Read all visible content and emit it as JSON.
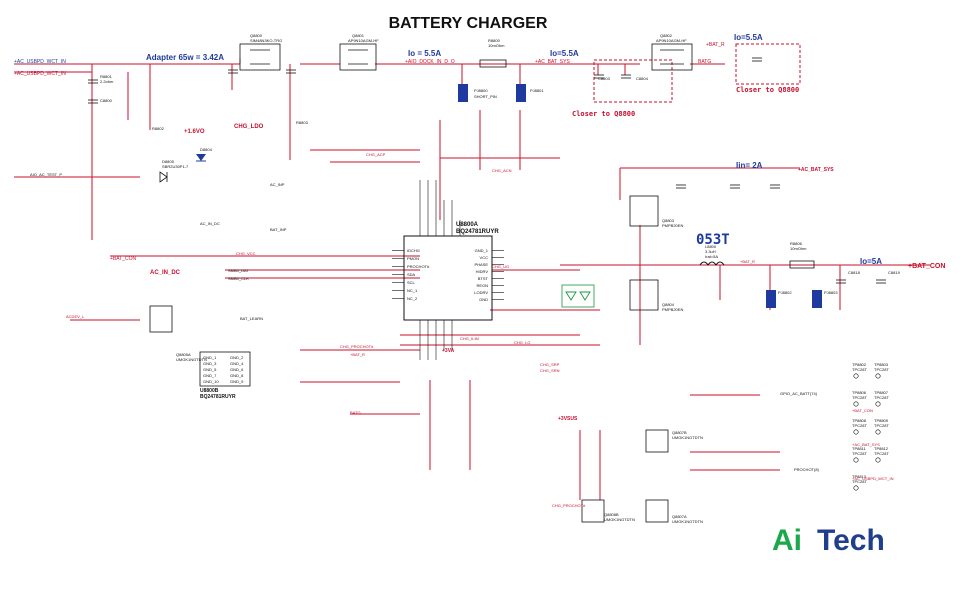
{
  "title": "BATTERY CHARGER",
  "annotations": {
    "adapter": "Adapter 65w = 3.42A",
    "io1": "Io = 5.5A",
    "io2": "Io=5.5A",
    "io3": "Io=5.5A",
    "io4": "Io=5A",
    "iin": "Iin= 2A",
    "closer1": "Closer to Q8800",
    "closer2": "Closer to Q8800",
    "big_label": "053T",
    "led1": "+1.6VO",
    "led2": "CHG_LDO",
    "ac_in_dc": "AC_IN_DC"
  },
  "nets": {
    "ac_usbpd_in": "+AC_USBPD_WCT_IN",
    "ac_usbpd_in2": "+AC_USBPD_WCT_IN",
    "aio_dock": "+AIO_DOCK_IN_D_O",
    "ac_bat_sys": "+AC_BAT_SYS",
    "bat_r": "+BAT_R",
    "batg": "BATG",
    "bat_con": "+BAT_CON",
    "ac_bat_sys2": "+AC_BAT_SYS",
    "bat_con_left": "+BAT_CON",
    "aio_ac_test": "AIO_AC_TEST_P",
    "ac_det": "AC_IN_DC",
    "bat_inp": "BAT_INP",
    "chg_vcc": "CHG_VCC",
    "bat_learn": "BAT_LEARN",
    "ac_det_l": "ACDEV_L",
    "gpio_ac": "GPIO_AC_BATT(74)",
    "prochot": "PROCHOT(8)",
    "v3va": "+3VA",
    "v3vsus": "+3VSUS",
    "chg_prochot": "CHG_PROCHOT#",
    "chg_ilim": "CHG_ILIM",
    "smb_dat": "SMB0_DAT",
    "smb_clk": "SMB0_CLK",
    "chg_lg": "CHG_LG",
    "chg_ug": "CHG_UG",
    "chg_srp": "CHG_SRP",
    "chg_srn": "CHG_SRN",
    "bat_r2": "+BAT_R",
    "batg2": "BATG",
    "chg_acn": "CHG_ACN",
    "chg_acp": "CHG_ACP",
    "ac_inp": "AC_INP"
  },
  "ic": {
    "ref": "U8800A",
    "part": "BQ24781RUYR",
    "ref2": "U8800B",
    "part2": "BQ24781RUYR",
    "left_pins": [
      "IDCHG",
      "PMON",
      "PROCHOT#",
      "SDA",
      "SCL",
      "NC_1",
      "NC_2"
    ],
    "right_pins": [
      "GND_1",
      "VCC",
      "PHASE",
      "HIDRV",
      "BTST",
      "REGN",
      "LODRV",
      "GND"
    ],
    "gnd_pins": [
      "GND_1",
      "GND_3",
      "GND_5",
      "GND_7",
      "GND_10",
      "GND_2",
      "GND_4",
      "GND_6",
      "GND_8",
      "GND_9"
    ]
  },
  "components": {
    "q8800": "Q8800",
    "q8800_part": "SIM48N3KO-TRG",
    "q8801": "Q8801",
    "q8801_part": "AP9N10AGM-HF",
    "q8802": "Q8802",
    "q8802_part": "AP9N10AGM-HF",
    "q8803": "Q8803",
    "q8803_part": "PMPB20EN",
    "q8804": "Q8804",
    "q8804_part": "PMPB20EN",
    "q8805": "Q8805A",
    "q8805_part": "UMGK1NGTDTN",
    "q8806": "Q8806",
    "q8807": "Q8807B",
    "q8807_part": "UMGK1NGTDTN",
    "q8808": "Q8808B",
    "q8808_part": "UMGK1NGTDTN",
    "q8807a": "Q8807A",
    "q8807a_part": "UMGK1NGTDTN",
    "l8800": "L8800",
    "l8800_val": "3.3uH",
    "l8800_i": "Irat=5A",
    "d8805": "D8805",
    "d8805_part": "SBR2U30P1-7",
    "d8804": "D8804",
    "d8801": "D8801",
    "r8800": "R8800",
    "r8800_val": "10mOhm",
    "r8806": "R8806",
    "r8806_val": "10mOhm",
    "r8801": "R8801",
    "r8801_val": "2.2ohm",
    "r8802": "R8802",
    "r8803": "R8803",
    "r8805": "R8805",
    "r8805_val": "100mOhm",
    "r8812": "R8812",
    "r8812_val": "220hm",
    "c8800": "C8800",
    "c8803": "C8803",
    "c8804": "C8804",
    "c8815": "C8815",
    "c8818": "C8818",
    "c8819": "C8819",
    "pj8800": "PJ8800",
    "pj8801": "PJ8801",
    "pj8802": "PJ8802",
    "pj8803": "PJ8803",
    "short": "SHORT_PIN"
  },
  "testpoints": [
    "TP8802 TPC28T",
    "TP8803 TPC28T",
    "TP8806 TPC28T",
    "TP8807 TPC28T",
    "TP8808 TPC28T",
    "TP8809 TPC28T",
    "TP8811 TPC28T",
    "TP8812 TPC28T",
    "TP8813 TPC28T"
  ],
  "testpoint_nets": [
    "+BAT_CON",
    "+AC_BAT_SYS",
    "+AC_USBPD_WCT_IN"
  ],
  "logo": {
    "text_a": "Ai",
    "text_b": "Tech",
    "color_a": "#1aa84b",
    "color_b": "#1f3f8c"
  },
  "colors": {
    "wire": "#c8102e",
    "net_blue": "#1f3a9e",
    "ink": "#111111",
    "green": "#1a9a3a",
    "pink": "#c2185b"
  }
}
